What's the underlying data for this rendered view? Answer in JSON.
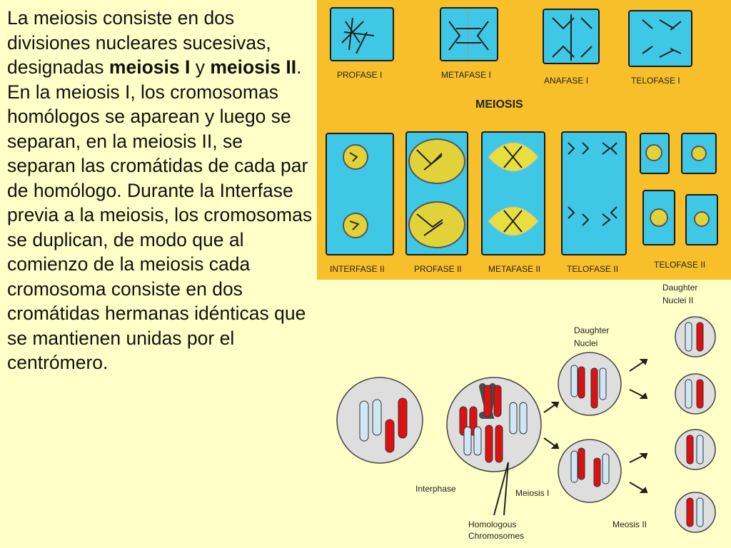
{
  "text": {
    "p1": "La meiosis consiste en dos divisiones nucleares sucesivas, designadas ",
    "b1": "meiosis I",
    "p2": " y ",
    "b2": "meiosis II",
    "p3": ". En la meiosis I, los cromosomas homólogos se aparean y luego se separan, en la meiosis II, se separan las cromátidas de cada par de homólogo. Durante la Interfase previa a la meiosis, los cromosomas se duplican, de modo que al comienzo de la meiosis cada cromosoma consiste en dos cromátidas hermanas idénticas que se mantienen unidas por el centrómero."
  },
  "top_panel": {
    "title": "MEIOSIS",
    "row1_labels": [
      "PROFASE I",
      "METAFASE I",
      "ANAFASE I",
      "TELOFASE I"
    ],
    "row2_labels": [
      "INTERFASE II",
      "PROFASE II",
      "METAFASE II",
      "TELOFASE II",
      "TELOFASE II"
    ]
  },
  "bottom_panel": {
    "labels": {
      "interphase": "Interphase",
      "meiosis1": "Meiosis I",
      "homologous": "Homologous",
      "chromosomes": "Chromosomes",
      "daughter_nuclei": "Daughter",
      "daughter_nuclei2": "Nuclei",
      "daughter_nuclei_ii": "Daughter",
      "daughter_nuclei_ii2": "Nuclei II",
      "meiosis2": "Meosis II"
    }
  },
  "colors": {
    "cell": "#3fc8e6",
    "panel": "#f7c02a",
    "red": "#dd1111",
    "blue": "#cfe6f5"
  }
}
